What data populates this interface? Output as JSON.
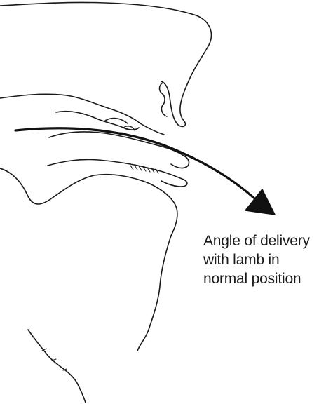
{
  "illustration": {
    "icons": [
      "ewe-pelvis-sketch",
      "lamb-head-sketch",
      "delivery-arrow-icon"
    ],
    "colors": {
      "ink": "#1a1a1a",
      "arrow": "#111111",
      "background": "#ffffff"
    }
  },
  "caption": {
    "lines": [
      "Angle of delivery",
      "with lamb in",
      "normal position"
    ]
  }
}
